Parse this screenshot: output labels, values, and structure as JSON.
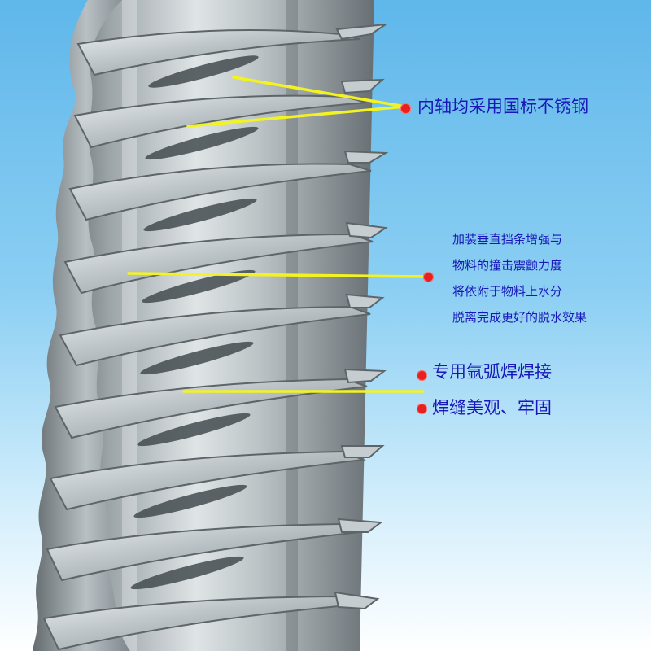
{
  "image": {
    "subject": "不锈钢螺旋内轴",
    "colors": {
      "sky_top": "#5fb7ea",
      "sky_bottom": "#ffffff",
      "metal_light": "#d7dde0",
      "metal_dark": "#6f777c",
      "callout_line": "#f3f321",
      "callout_text": "#1818b8",
      "marker": "#e82020"
    }
  },
  "callouts": {
    "main_shaft": "内轴均采用国标不锈钢",
    "vertical_bars": [
      "加装垂直挡条增强与",
      "物料的撞击震颤力度",
      "将依附于物料上水分",
      "脱离完成更好的脱水效果"
    ],
    "welding": "专用氩弧焊焊接",
    "seam": "焊缝美观、牢固"
  }
}
